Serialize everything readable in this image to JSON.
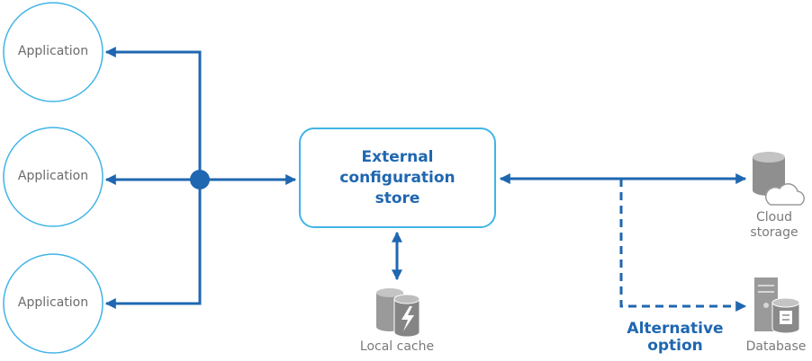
{
  "applications": [
    {
      "label": "Application"
    },
    {
      "label": "Application"
    },
    {
      "label": "Application"
    }
  ],
  "config_store": {
    "line1": "External",
    "line2": "configuration",
    "line3": "store"
  },
  "local_cache": {
    "label": "Local cache",
    "icon": "cache-lightning-icon"
  },
  "cloud_storage": {
    "line1": "Cloud",
    "line2": "storage",
    "icon": "cloud-storage-icon"
  },
  "database": {
    "label": "Database",
    "icon": "database-server-icon"
  },
  "alternative": {
    "line1": "Alternative",
    "line2": "option"
  },
  "colors": {
    "circle_stroke": "#41b4e6",
    "arrow": "#1f67b0",
    "store_stroke": "#41b4e6",
    "icon_gray": "#9a9a9a"
  }
}
